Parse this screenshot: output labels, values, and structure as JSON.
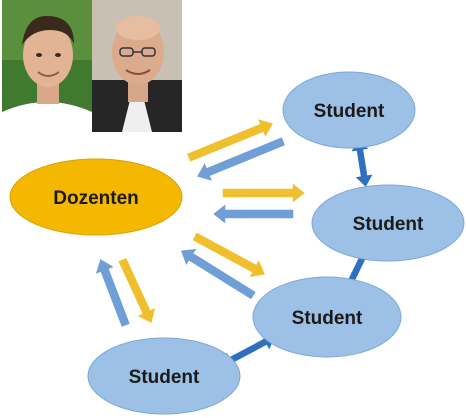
{
  "photos": [
    {
      "id": "lecturer-1"
    },
    {
      "id": "lecturer-2"
    }
  ],
  "nodes": {
    "dozenten": {
      "label": "Dozenten",
      "fill": "#f5b800",
      "stroke": "#d9a300"
    },
    "student_top": {
      "label": "Student",
      "fill": "#9dc0e6",
      "stroke": "#7fa8d6"
    },
    "student_right": {
      "label": "Student",
      "fill": "#9dc0e6",
      "stroke": "#7fa8d6"
    },
    "student_mid": {
      "label": "Student",
      "fill": "#9dc0e6",
      "stroke": "#7fa8d6"
    },
    "student_bottom": {
      "label": "Student",
      "fill": "#9dc0e6",
      "stroke": "#7fa8d6"
    }
  },
  "colors": {
    "arrow_yellow": "#f0bf2e",
    "arrow_blue": "#6f9fd6",
    "arrow_outline": "#ffffff",
    "peer_arrow": "#2e70c0"
  }
}
